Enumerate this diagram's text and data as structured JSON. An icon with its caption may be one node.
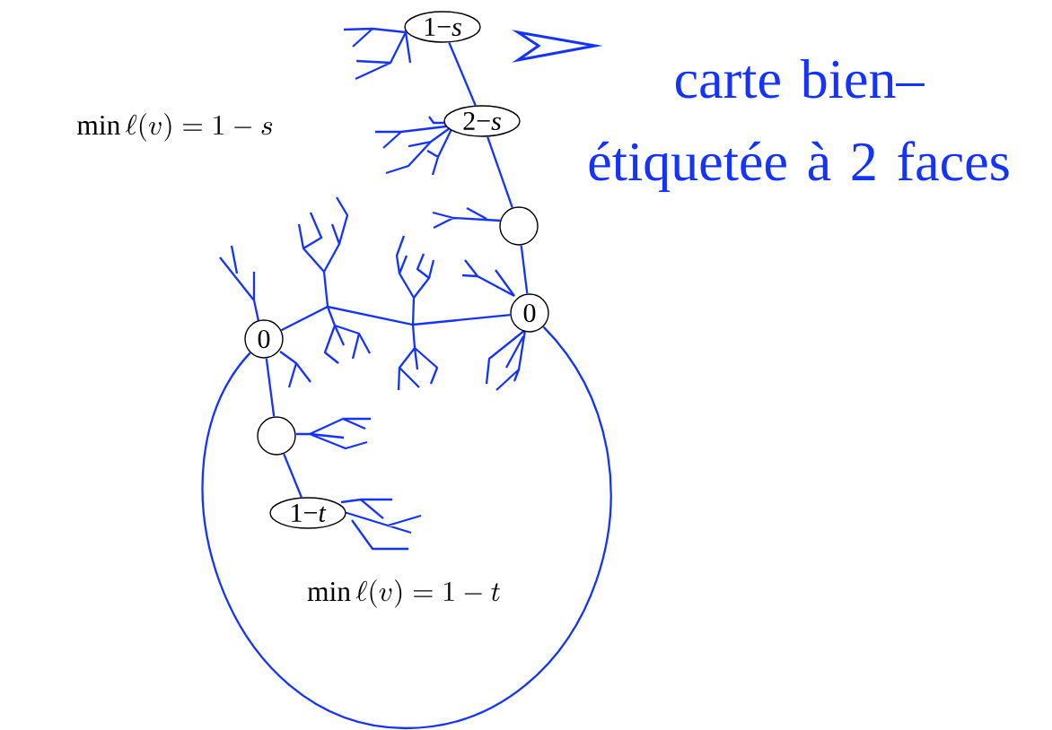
{
  "diagram": {
    "nodes": [
      {
        "text": [
          "1−*s*"
        ]
      },
      {
        "text": [
          "2−*s*"
        ]
      },
      {
        "text": [],
        "shape": "circle"
      },
      {
        "text": [
          "0"
        ]
      },
      {
        "text": [
          "0"
        ]
      },
      {
        "text": [],
        "shape": "circle"
      },
      {
        "text": [
          "1−*t*"
        ]
      }
    ],
    "edges": [
      {
        "from": 0,
        "to": 1,
        "arrow": "none"
      },
      {
        "from": 1,
        "to": 2,
        "arrow": "none"
      },
      {
        "from": 2,
        "to": 3,
        "arrow": "none"
      },
      {
        "from": 4,
        "to": 3,
        "arrow": "none"
      },
      {
        "from": 4,
        "to": 3,
        "arrow": "none"
      },
      {
        "from": 4,
        "to": 5,
        "arrow": "none"
      },
      {
        "from": 5,
        "to": 6,
        "arrow": "none"
      }
    ],
    "labels": [
      "carte bien–étiquetée à 2 faces",
      "\\min \\ell(v) = 1 - s",
      "\\min \\ell(v) = 1 - t"
    ]
  }
}
